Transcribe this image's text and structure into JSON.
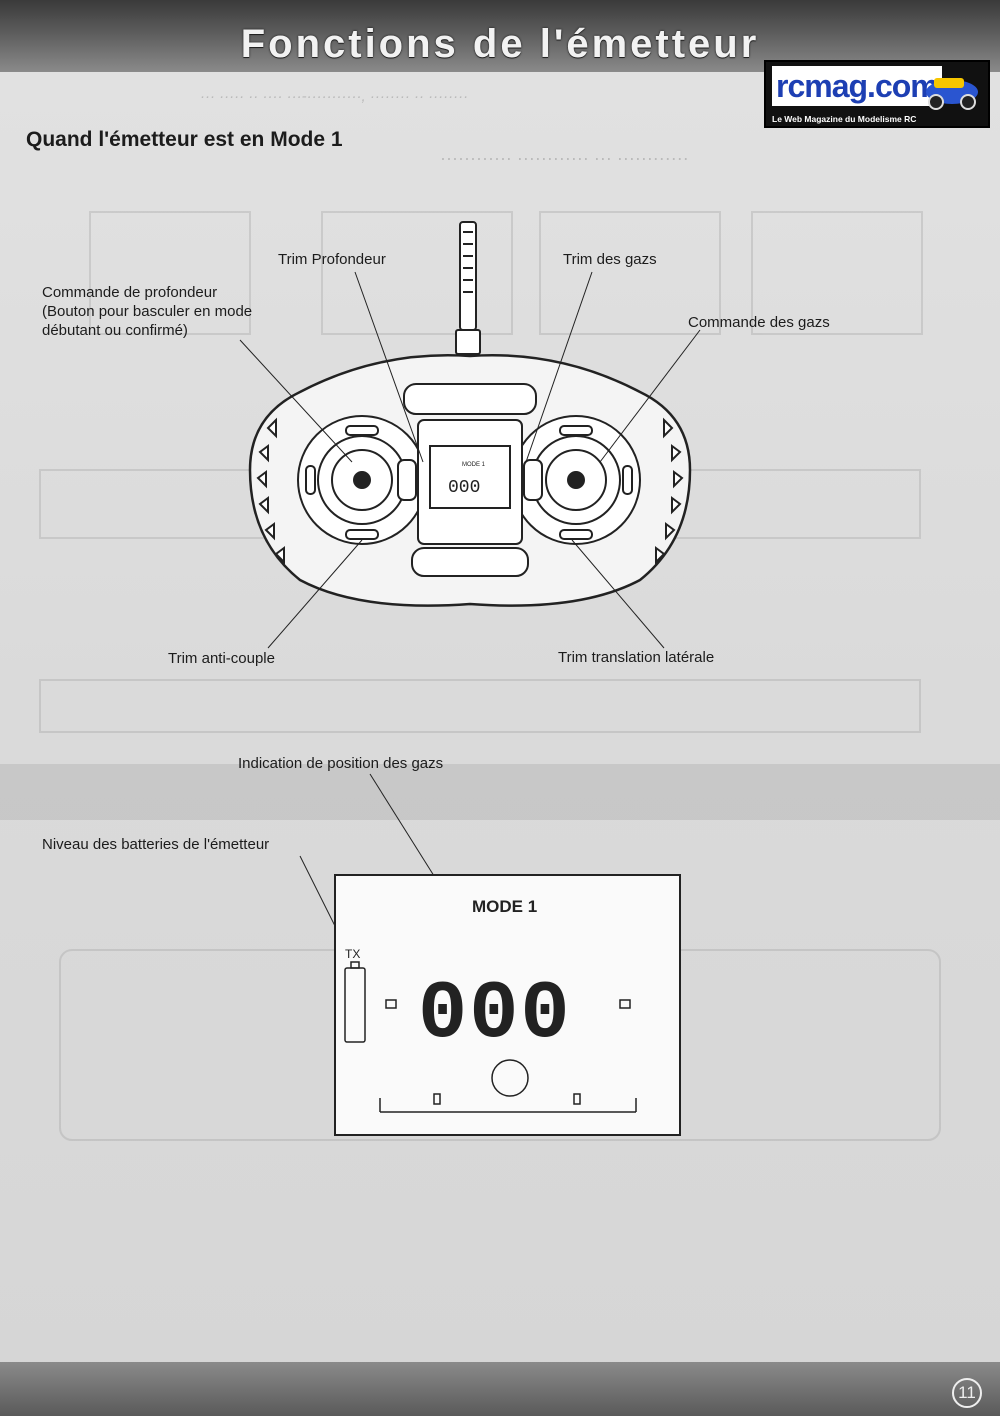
{
  "header": {
    "title": "Fonctions de l'émetteur"
  },
  "logo": {
    "name": "rcmag.com",
    "tagline": "Le Web Magazine du Modelisme RC"
  },
  "section": {
    "heading": "Quand l'émetteur est en Mode 1"
  },
  "controller_labels": {
    "elevator_cmd": "Commande de profondeur\n(Bouton pour basculer en mode\ndébutant ou confirmé)",
    "elevator_trim": "Trim Profondeur",
    "throttle_trim": "Trim des gazs",
    "throttle_cmd": "Commande des gazs",
    "rudder_trim": "Trim anti-couple",
    "lateral_trim": "Trim translation latérale"
  },
  "lcd_labels": {
    "throttle_position": "Indication de position des gazs",
    "battery_level": "Niveau des batteries de l'émetteur"
  },
  "lcd": {
    "mode_text": "MODE 1",
    "tx_label": "TX",
    "digits": "000",
    "small_mode_text": "MODE 1",
    "small_digits": "000"
  },
  "page": {
    "number": "11"
  },
  "colors": {
    "header_dark": "#3a3a3a",
    "paper": "#dedede",
    "ink": "#1c1c1c",
    "logo_yellow": "#f7c600"
  }
}
